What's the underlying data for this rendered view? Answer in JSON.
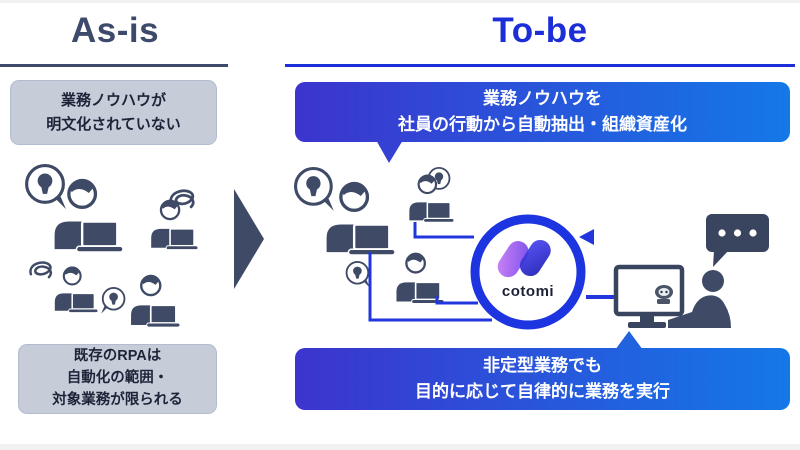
{
  "as_is": {
    "title": "As-is",
    "box_top": {
      "line1": "業務ノウハウが",
      "line2": "明文化されていない"
    },
    "box_bottom": {
      "line1": "既存のRPAは",
      "line2": "自動化の範囲・",
      "line3": "対象業務が限られる"
    }
  },
  "to_be": {
    "title": "To-be",
    "box_top": {
      "line1": "業務ノウハウを",
      "line2": "社員の行動から自動抽出・組織資産化"
    },
    "box_bottom": {
      "line1": "非定型業務でも",
      "line2": "目的に応じて自律的に業務を実行"
    },
    "product": {
      "name": "cotomi"
    }
  },
  "colors": {
    "icon_navy": "#3e4a66",
    "title_navy": "#3d4a6b",
    "title_blue": "#1c2ed7",
    "gradient_start": "#3c34ce",
    "gradient_end": "#1478e8",
    "gray_box_bg": "#c7ccd9",
    "flow_blue": "#2136dc",
    "logo_ring_blue": "#1c35e0",
    "logo_purple": "#8b5cf6",
    "logo_blue": "#2a2ad0"
  },
  "icons": {
    "transform-arrow-icon": "large right-pointing triangle between As-is and To-be",
    "worker-laptop-icon": "person working at laptop",
    "idea-bubble-icon": "speech bubble containing lightbulb",
    "confusion-scribble-icon": "scribble mark (unexpressed know-how)",
    "cotomi-logo-icon": "two overlapping tilted pills in ring",
    "chat-bubble-icon": "speech bubble with three dots",
    "monitor-ai-icon": "monitor showing AI robot",
    "seated-user-icon": "person seated at monitor",
    "flow-arrow-icon": "blue flow arrow"
  }
}
